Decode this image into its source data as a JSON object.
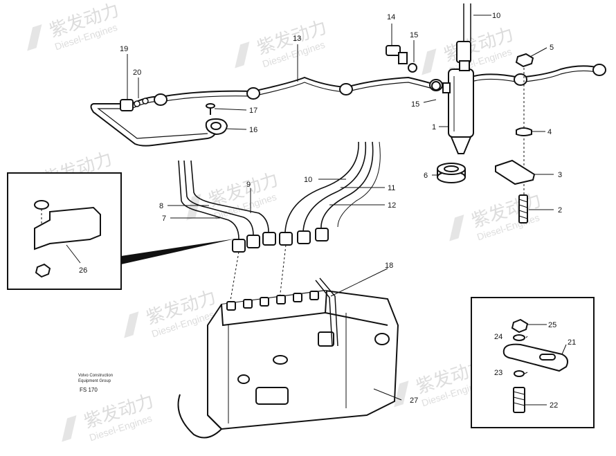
{
  "watermark": {
    "brand": "紫发动力",
    "subtitle": "Diesel-Engines"
  },
  "caption": {
    "line1": "Volvo Construction",
    "line2": "Equipment Group",
    "code": "FS 170"
  },
  "callouts": {
    "c1": "1",
    "c2": "2",
    "c3": "3",
    "c4": "4",
    "c5": "5",
    "c6": "6",
    "c7": "7",
    "c8": "8",
    "c9": "9",
    "c10a": "10",
    "c10b": "10",
    "c11": "11",
    "c12": "12",
    "c13": "13",
    "c14": "14",
    "c15a": "15",
    "c15b": "15",
    "c16": "16",
    "c17": "17",
    "c18": "18",
    "c19": "19",
    "c20": "20",
    "c21": "21",
    "c22": "22",
    "c23": "23",
    "c24": "24",
    "c25": "25",
    "c26": "26",
    "c27": "27"
  }
}
